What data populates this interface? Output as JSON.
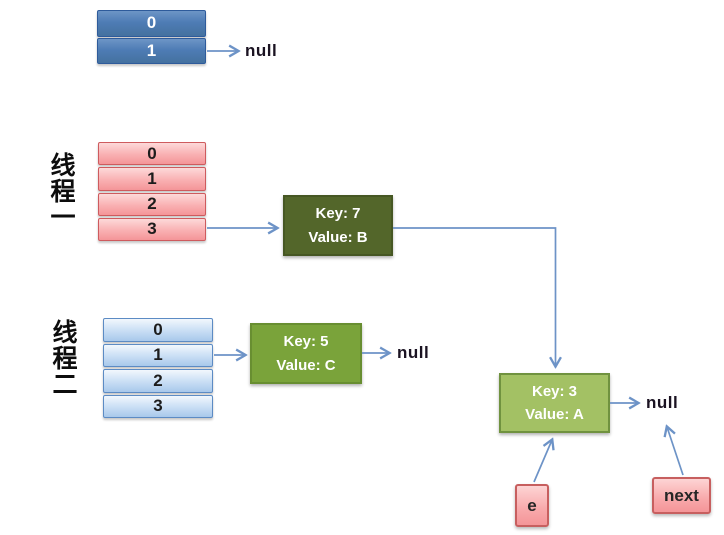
{
  "diagram": {
    "top_bucket_array": {
      "cells": [
        "0",
        "1"
      ],
      "next_pointer": "null"
    },
    "thread1": {
      "label": "线程一",
      "label_chars": [
        "线",
        "程",
        "一"
      ],
      "cells": [
        "0",
        "1",
        "2",
        "3"
      ]
    },
    "thread2": {
      "label": "线程二",
      "label_chars": [
        "线",
        "程",
        "二"
      ],
      "cells": [
        "0",
        "1",
        "2",
        "3"
      ]
    },
    "node_key7": {
      "key_line": "Key: 7",
      "value_line": "Value: B"
    },
    "node_key5": {
      "key_line": "Key: 5",
      "value_line": "Value: C",
      "next_pointer": "null"
    },
    "node_key3": {
      "key_line": "Key: 3",
      "value_line": "Value: A",
      "next_pointer": "null"
    },
    "pointer_e": {
      "label": "e"
    },
    "pointer_next": {
      "label": "next"
    }
  },
  "colors": {
    "arrow": "#6d93c7",
    "dark_blue_array_fill": "#4e7cb5",
    "dark_blue_array_border": "#2e5b9b",
    "pink_array_fill": "#f9b0b2",
    "pink_array_border": "#ce5b5e",
    "light_blue_array_fill": "#cfe2f6",
    "light_blue_array_border": "#5c8bc4",
    "node_key7_fill": "#53662a",
    "node_key5_fill": "#7aa33a",
    "node_key3_fill": "#a3c164",
    "node_text": "#ffffff",
    "null_text": "#1b1322"
  }
}
